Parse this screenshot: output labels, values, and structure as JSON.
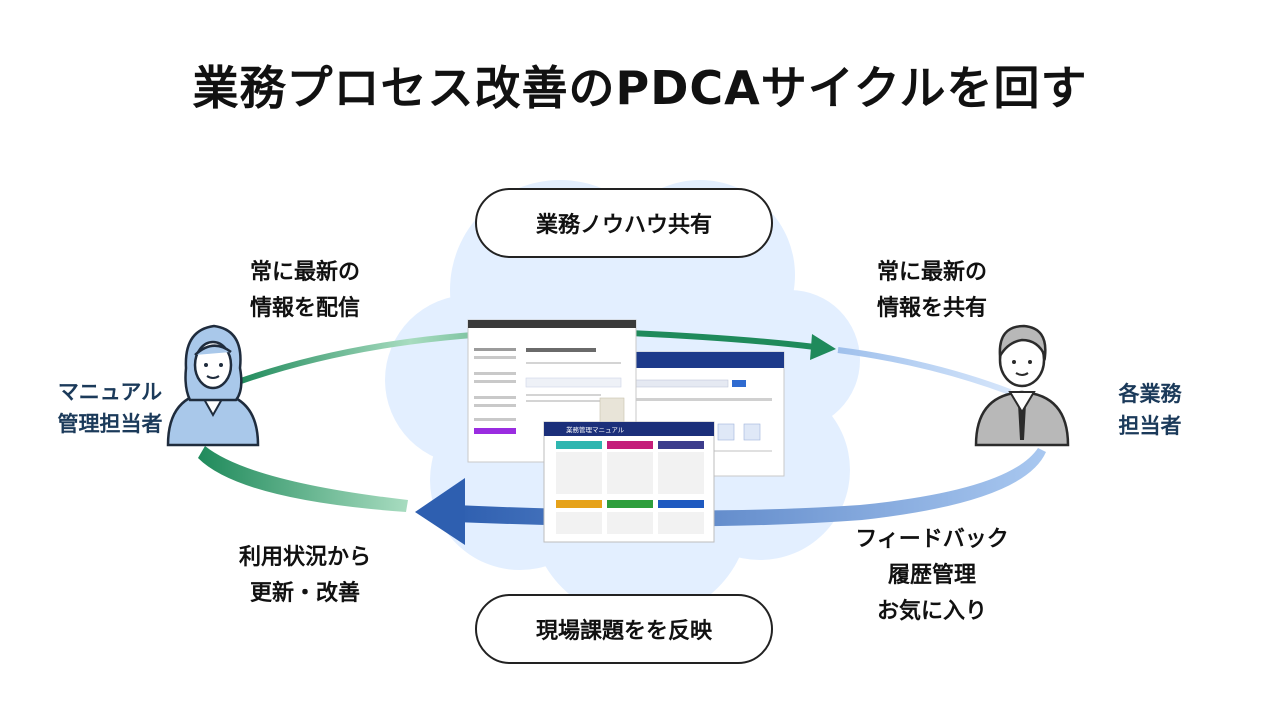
{
  "title": "業務プロセス改善のPDCAサイクルを回す",
  "top_pill": "業務ノウハウ共有",
  "bottom_pill": "現場課題をを反映",
  "left_top_label": [
    "常に最新の",
    "情報を配信"
  ],
  "right_top_label": [
    "常に最新の",
    "情報を共有"
  ],
  "left_bottom_label": [
    "利用状況から",
    "更新・改善"
  ],
  "right_bottom_label": [
    "フィードバック",
    "履歴管理",
    "お気に入り"
  ],
  "left_role": [
    "マニュアル",
    "管理担当者"
  ],
  "right_role": [
    "各業務",
    "担当者"
  ],
  "manual_screen_title": "業務管理マニュアル",
  "colors": {
    "cloud": "#e3efff",
    "arrow_green": "#1f8a5b",
    "arrow_green_light": "#a8dcc0",
    "arrow_blue": "#2e5fb0",
    "arrow_blue_light": "#a9c8f0",
    "role_text": "#1b3a5a",
    "woman_body": "#a9c8ea",
    "man_body": "#b8b8b8"
  },
  "icons": [
    "cloud-icon",
    "woman-avatar-icon",
    "man-avatar-icon"
  ]
}
